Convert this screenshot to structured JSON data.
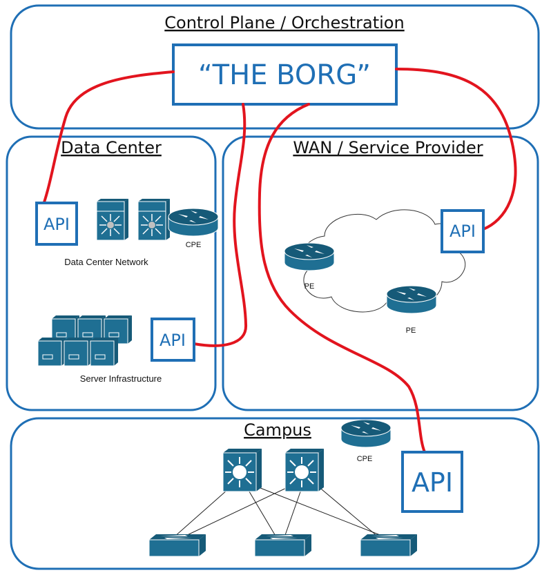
{
  "zones": {
    "control": {
      "title": "Control Plane / Orchestration"
    },
    "datacenter": {
      "title": "Data Center"
    },
    "wan": {
      "title": "WAN / Service Provider"
    },
    "campus": {
      "title": "Campus"
    }
  },
  "borg": {
    "label": "“THE BORG”"
  },
  "api_label": "API",
  "labels": {
    "dc_network": "Data Center Network",
    "server_infra": "Server Infrastructure",
    "cpe": "CPE",
    "pe": "PE"
  },
  "colors": {
    "zone_border": "#1f6fb5",
    "link": "#e2141e",
    "device": "#1f6f93"
  }
}
